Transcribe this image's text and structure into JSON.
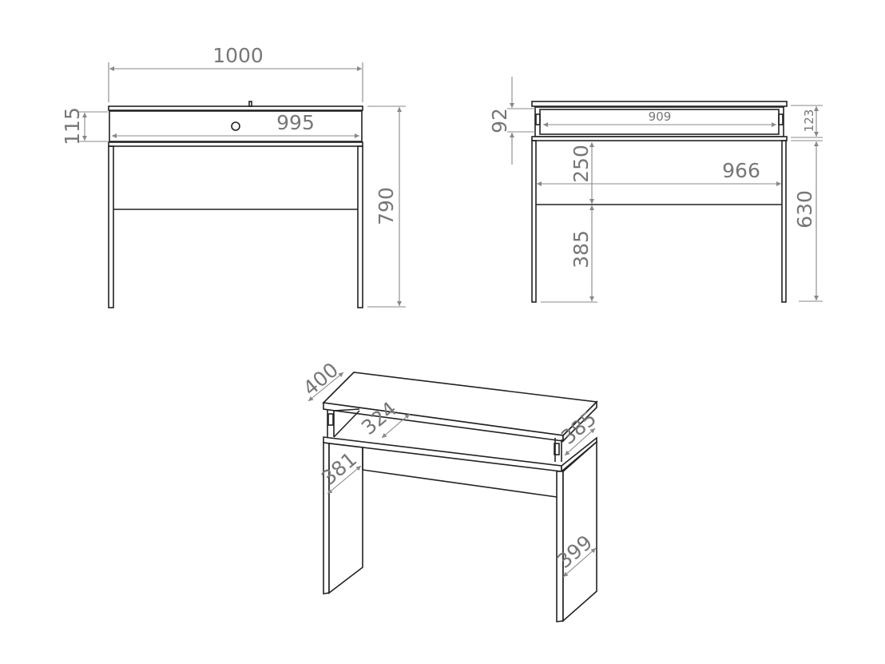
{
  "front_view": {
    "overall_width": "1000",
    "drawer_height": "115",
    "drawer_width": "995",
    "overall_height": "790"
  },
  "side_view": {
    "drawer_front_height": "92",
    "drawer_inner_width": "909",
    "top_section_height": "123",
    "inner_width": "966",
    "upper_gap_height": "250",
    "lower_gap_height": "385",
    "leg_height": "630"
  },
  "iso_view": {
    "depth": "400",
    "drawer_depth": "324",
    "side_depth_top": "385",
    "leg_depth_left": "381",
    "leg_depth_right": "399"
  },
  "colors": {
    "line": "#222222",
    "dimension": "#888888"
  }
}
